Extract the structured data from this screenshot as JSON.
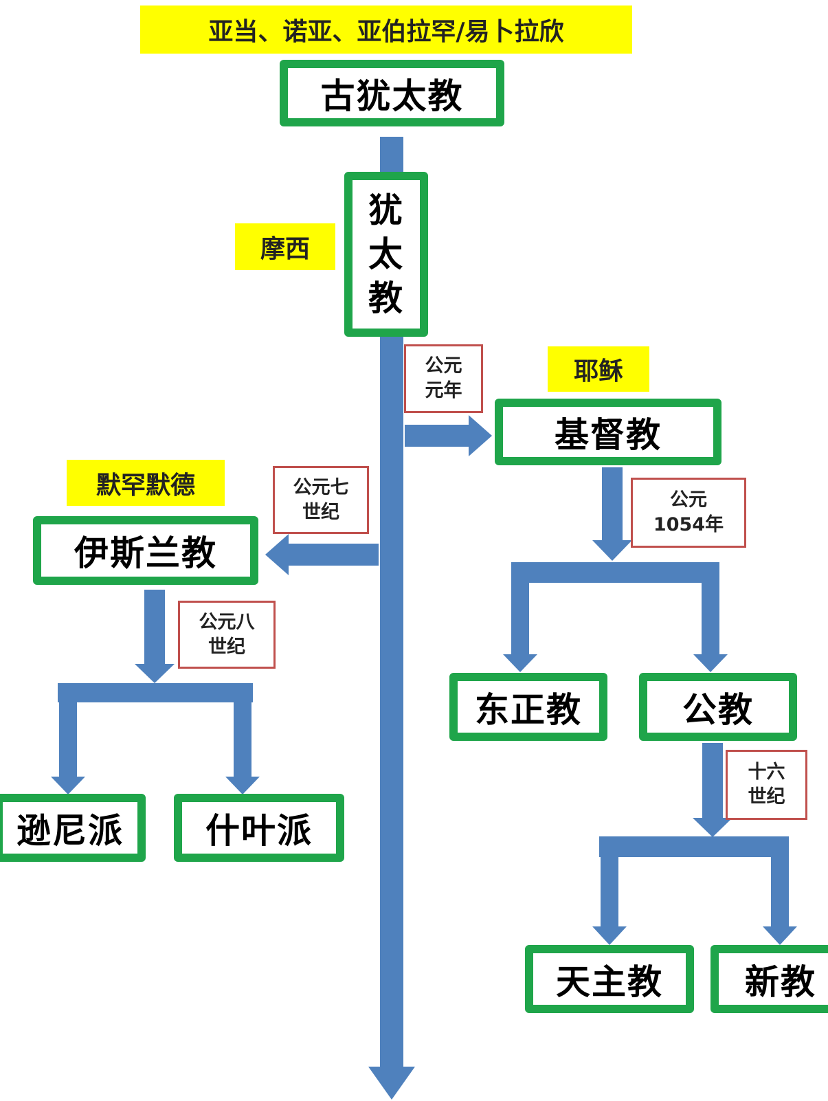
{
  "colors": {
    "arrow": "#4f81bd",
    "box_border": "#1fa54a",
    "label_bg": "#ffff00",
    "date_border": "#c0504d"
  },
  "labels": {
    "patriarchs": "亚当、诺亚、亚伯拉罕/易卜拉欣",
    "moses": "摩西",
    "jesus": "耶稣",
    "muhammad": "默罕默德"
  },
  "boxes": {
    "ancient_judaism": "古犹太教",
    "judaism": [
      "犹",
      "太",
      "教"
    ],
    "christianity": "基督教",
    "islam": "伊斯兰教",
    "sunni": "逊尼派",
    "shia": "什叶派",
    "orthodox": "东正教",
    "catholic_church": "公教",
    "catholicism": "天主教",
    "protestantism": "新教"
  },
  "dates": {
    "year_1": [
      "公元",
      "元年"
    ],
    "century_7": [
      "公元七",
      "世纪"
    ],
    "century_8": [
      "公元八",
      "世纪"
    ],
    "year_1054": [
      "公元",
      "1054年"
    ],
    "century_16": [
      "十六",
      "世纪"
    ]
  }
}
